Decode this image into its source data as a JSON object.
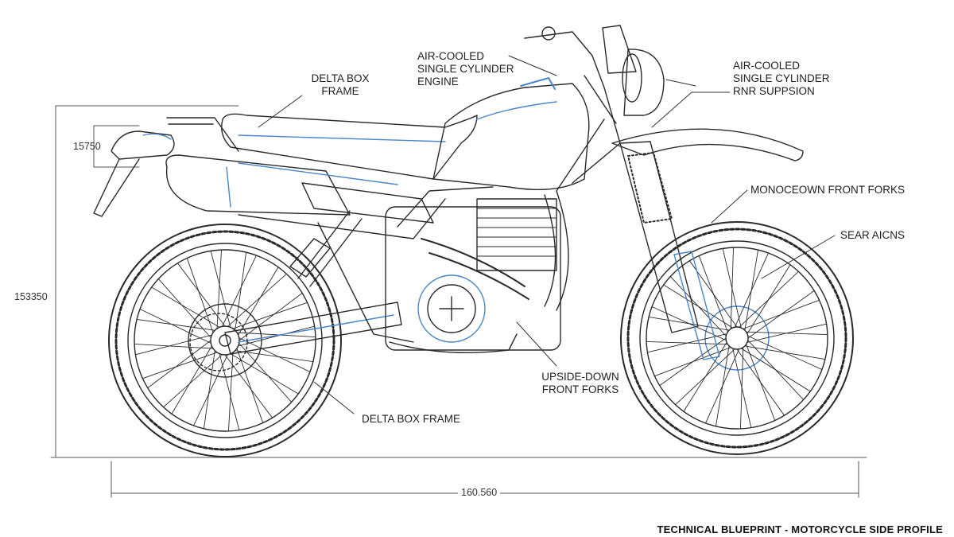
{
  "labels": {
    "delta_box_frame_top": [
      "DELTA BOX",
      "FRAME"
    ],
    "engine_callout": [
      "AIR-COOLED",
      "SINGLE CYLINDER",
      "ENGINE"
    ],
    "right_top_callout": [
      "AIR-COOLED",
      "SINGLE CYLINDER",
      "RNR SUPPSION"
    ],
    "monocrown_forks": "MONOCEOWN FRONT FORKS",
    "sear_aicns": "SEAR AICNS",
    "upside_down_forks": [
      "UPSIDE-DOWN",
      "FRONT FORKS"
    ],
    "delta_box_frame_bottom": "DELTA BOX FRAME"
  },
  "dimensions": {
    "seat_height": "15750",
    "overall_height": "153350",
    "wheelbase": "160.560"
  },
  "footer": "TECHNICAL BLUEPRINT - MOTORCYCLE SIDE PROFILE",
  "colors": {
    "line": "#2a2a2a",
    "accent_blue": "#4a86c8",
    "dim_line": "#555555"
  }
}
